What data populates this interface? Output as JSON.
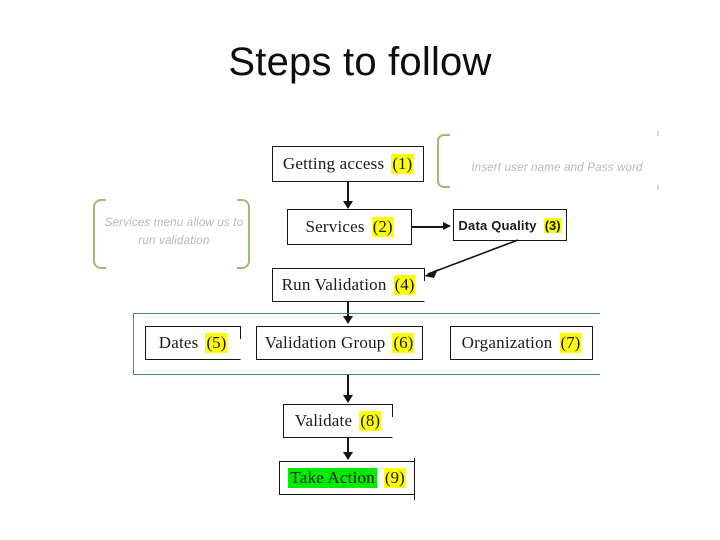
{
  "slide": {
    "title": "Steps to follow",
    "background_color": "#ffffff"
  },
  "colors": {
    "highlight_yellow": "#ffff00",
    "highlight_green": "#00ec00",
    "brace_green": "#9dbb78",
    "container_green": "#3a9171",
    "note_gray": "#b8b8b8",
    "line_black": "#151515"
  },
  "chart_data": {
    "type": "diagram",
    "title": "Steps to follow",
    "nodes": [
      {
        "id": "getting-access",
        "label": "Getting access",
        "number": "(1)",
        "highlight": "yellow"
      },
      {
        "id": "services",
        "label": "Services",
        "number": "(2)",
        "highlight": "yellow"
      },
      {
        "id": "data-quality",
        "label": "Data Quality",
        "number": "(3)",
        "highlight": "yellow"
      },
      {
        "id": "run-validation",
        "label": "Run Validation",
        "number": "(4)",
        "highlight": "yellow"
      },
      {
        "id": "dates",
        "label": "Dates",
        "number": "(5)",
        "highlight": "yellow"
      },
      {
        "id": "validation-group",
        "label": "Validation Group",
        "number": "(6)",
        "highlight": "yellow"
      },
      {
        "id": "organization",
        "label": "Organization",
        "number": "(7)",
        "highlight": "yellow"
      },
      {
        "id": "validate",
        "label": "Validate",
        "number": "(8)",
        "highlight": "yellow"
      },
      {
        "id": "take-action",
        "label": "Take Action",
        "number": "(9)",
        "highlight": "green"
      }
    ],
    "edges": [
      {
        "from": "getting-access",
        "to": "services",
        "style": "arrow-down"
      },
      {
        "from": "services",
        "to": "data-quality",
        "style": "arrow-right"
      },
      {
        "from": "data-quality",
        "to": "run-validation",
        "style": "arrow-diagonal"
      },
      {
        "from": "run-validation",
        "to": "group",
        "style": "arrow-down"
      },
      {
        "from": "group",
        "to": "validate",
        "style": "arrow-down"
      },
      {
        "from": "validate",
        "to": "take-action",
        "style": "arrow-down"
      }
    ],
    "group": {
      "id": "group",
      "members": [
        "dates",
        "validation-group",
        "organization"
      ],
      "border_color": "#3a9171"
    },
    "annotations": [
      {
        "id": "note-access",
        "text": "Insert user name and Pass word",
        "attached_to": "getting-access"
      },
      {
        "id": "note-services",
        "text": "Services menu allow us to run validation",
        "attached_to": "services"
      }
    ]
  },
  "boxes": {
    "getting_access": {
      "label": "Getting access",
      "number": "(1)"
    },
    "services": {
      "label": "Services",
      "number": "(2)"
    },
    "data_quality": {
      "label": "Data Quality",
      "number": "(3)"
    },
    "run_validation": {
      "label": "Run Validation",
      "number": "(4)"
    },
    "dates": {
      "label": "Dates",
      "number": "(5)"
    },
    "validation_group": {
      "label": "Validation Group",
      "number": "(6)"
    },
    "organization": {
      "label": "Organization",
      "number": "(7)"
    },
    "validate": {
      "label": "Validate",
      "number": "(8)"
    },
    "take_action": {
      "label": "Take Action",
      "number": "(9)"
    }
  },
  "notes": {
    "access": "Insert user name and Pass word",
    "services": "Services menu allow us to run validation"
  }
}
